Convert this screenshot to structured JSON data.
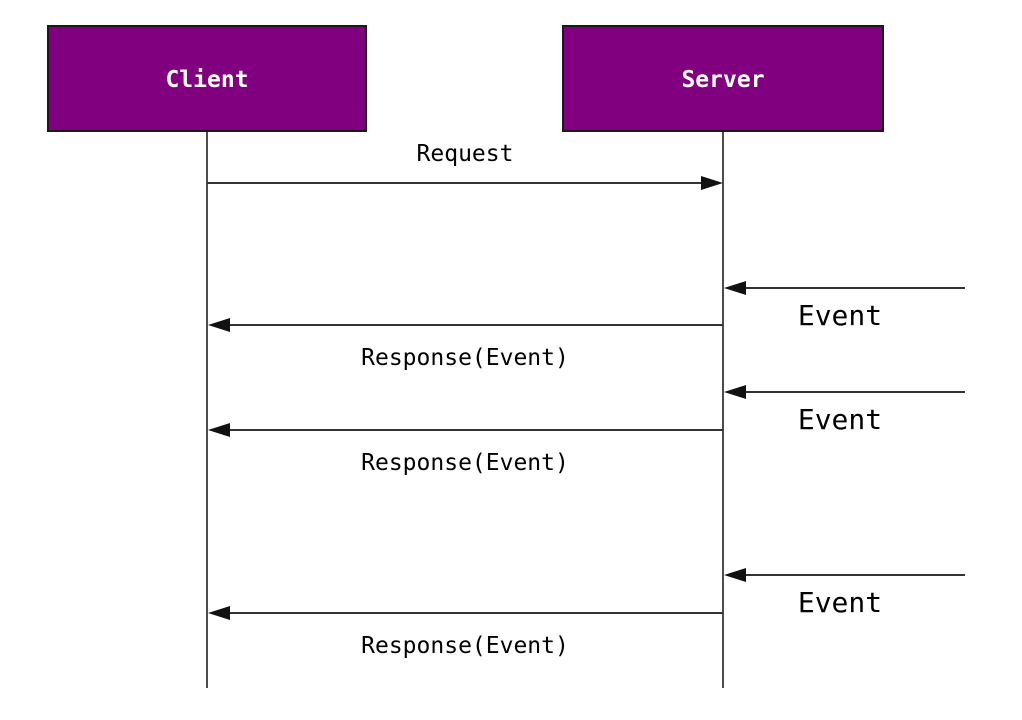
{
  "diagram": {
    "type": "sequence",
    "participants": [
      {
        "id": "client",
        "label": "Client"
      },
      {
        "id": "server",
        "label": "Server"
      }
    ],
    "messages": [
      {
        "label": "Request",
        "from": "client",
        "to": "server",
        "direction": "right"
      },
      {
        "label": "Event",
        "from": "external-right",
        "to": "server",
        "direction": "left"
      },
      {
        "label": "Response(Event)",
        "from": "server",
        "to": "client",
        "direction": "left"
      },
      {
        "label": "Event",
        "from": "external-right",
        "to": "server",
        "direction": "left"
      },
      {
        "label": "Response(Event)",
        "from": "server",
        "to": "client",
        "direction": "left"
      },
      {
        "label": "Event",
        "from": "external-right",
        "to": "server",
        "direction": "left"
      },
      {
        "label": "Response(Event)",
        "from": "server",
        "to": "client",
        "direction": "left"
      }
    ],
    "colors": {
      "participant_fill": "#800080",
      "participant_border": "#1a1a1a",
      "participant_text": "#ffffff",
      "line": "#333333",
      "arrowhead": "#111111",
      "label_text": "#000000",
      "background": "#ffffff"
    }
  }
}
